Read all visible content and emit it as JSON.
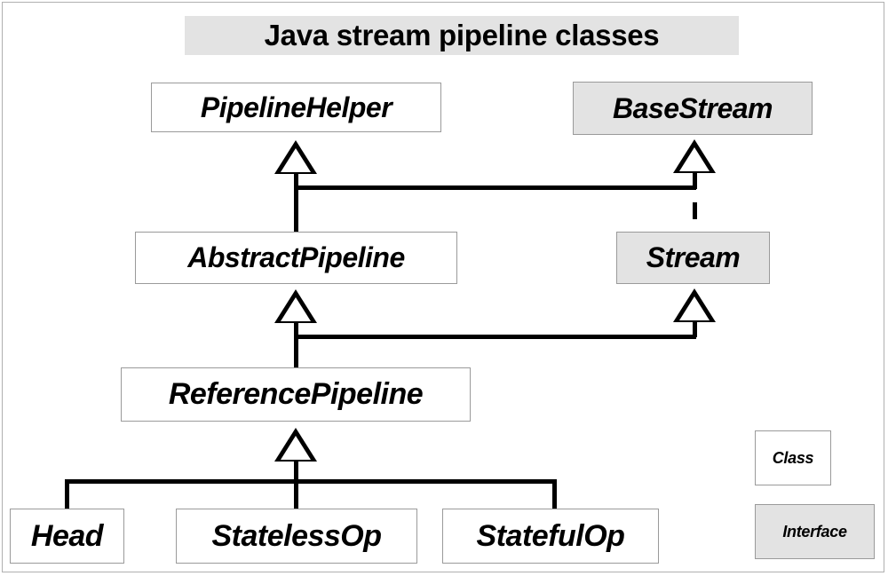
{
  "title": "Java stream pipeline classes",
  "title_highlight_color": "#e3e3e3",
  "colors": {
    "class_fill": "#ffffff",
    "interface_fill": "#e3e3e3",
    "box_border": "#9a9a9a",
    "edge": "#000000",
    "page_border": "#b0b0b0",
    "text": "#000000"
  },
  "nodes": {
    "pipeline_helper": {
      "label": "PipelineHelper",
      "kind": "class"
    },
    "base_stream": {
      "label": "BaseStream",
      "kind": "interface"
    },
    "abstract_pipeline": {
      "label": "AbstractPipeline",
      "kind": "class"
    },
    "stream": {
      "label": "Stream",
      "kind": "interface"
    },
    "reference_pipeline": {
      "label": "ReferencePipeline",
      "kind": "class"
    },
    "head": {
      "label": "Head",
      "kind": "class"
    },
    "stateless_op": {
      "label": "StatelessOp",
      "kind": "class"
    },
    "stateful_op": {
      "label": "StatefulOp",
      "kind": "class"
    }
  },
  "legend": {
    "class": {
      "label": "Class",
      "kind": "class"
    },
    "interface": {
      "label": "Interface",
      "kind": "interface"
    }
  },
  "relationships": [
    {
      "from": "AbstractPipeline",
      "to": "PipelineHelper",
      "type": "generalization"
    },
    {
      "from": "AbstractPipeline",
      "to": "BaseStream",
      "type": "generalization"
    },
    {
      "from": "Stream",
      "to": "BaseStream",
      "type": "realization"
    },
    {
      "from": "ReferencePipeline",
      "to": "AbstractPipeline",
      "type": "generalization"
    },
    {
      "from": "ReferencePipeline",
      "to": "Stream",
      "type": "generalization"
    },
    {
      "from": "Head",
      "to": "ReferencePipeline",
      "type": "generalization"
    },
    {
      "from": "StatelessOp",
      "to": "ReferencePipeline",
      "type": "generalization"
    },
    {
      "from": "StatefulOp",
      "to": "ReferencePipeline",
      "type": "generalization"
    }
  ]
}
